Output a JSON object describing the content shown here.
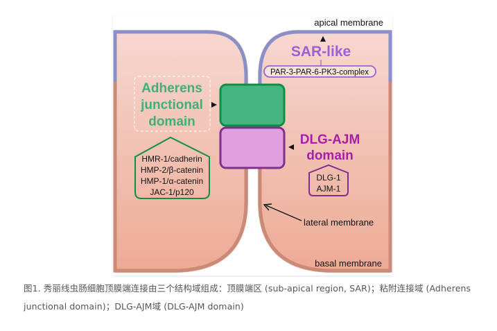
{
  "figure": {
    "labels": {
      "apical_membrane": "apical membrane",
      "lateral_membrane": "lateral membrane",
      "basal_membrane": "basal membrane",
      "sar_title": "SAR-like",
      "sar_complex": "PAR-3-PAR-6-PK3-complex",
      "adherens_line1": "Adherens",
      "adherens_line2": "junctional",
      "adherens_line3": "domain",
      "dlg_line1": "DLG-AJM",
      "dlg_line2": "domain"
    },
    "adherens_proteins": [
      "HMR-1/cadherin",
      "HMP-2/β-catenin",
      "HMP-1/α-catenin",
      "JAC-1/p120"
    ],
    "dlg_proteins": [
      "DLG-1",
      "AJM-1"
    ],
    "colors": {
      "apical_membrane": "#8b8fc8",
      "lateral_membrane": "#c98a78",
      "cell_top": "#f6d8d0",
      "cell_bottom": "#edaa95",
      "adherens_fill": "#46b580",
      "adherens_stroke": "#0f8f45",
      "adherens_text": "#3fb07a",
      "dlg_fill": "#e0a0e0",
      "dlg_stroke": "#7e2f8c",
      "dlg_text": "#a81ea8",
      "sar_text": "#9b60d4",
      "sar_stroke": "#9b60d4"
    }
  },
  "caption": {
    "line1": "图1. 秀丽线虫肠细胞顶膜端连接由三个结构域组成：顶膜端区 (sub-apical region, SAR)；粘附连接域 (Adherens",
    "line2": "junctional domain)；DLG-AJM域 (DLG-AJM domain)"
  }
}
